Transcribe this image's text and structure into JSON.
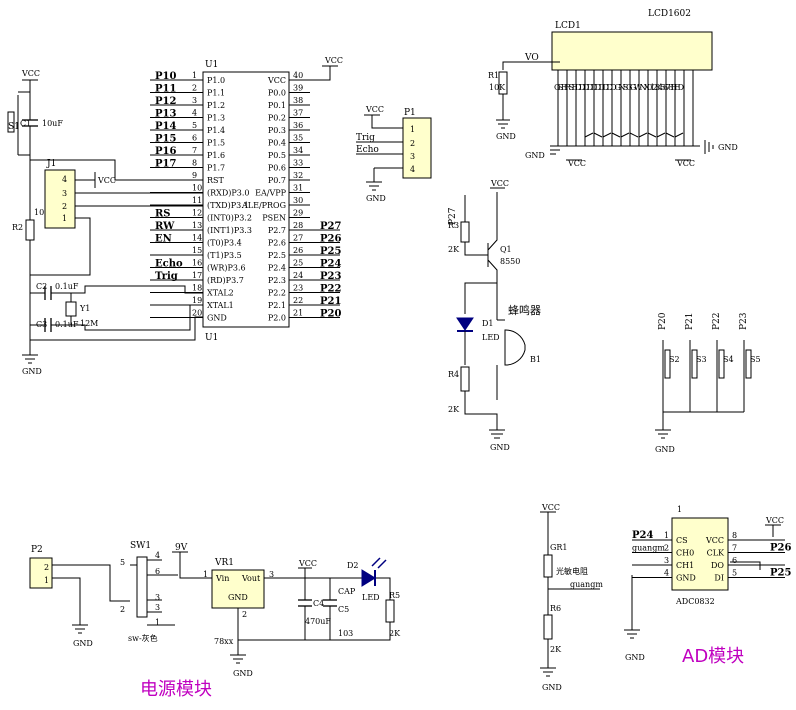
{
  "titles": {
    "power_module": "电源模块",
    "ad_module": "AD模块"
  },
  "mcu": {
    "ref": "U1",
    "ref_bottom": "U1",
    "pins_left": [
      {
        "num": "1",
        "name": "P1.0",
        "net": "P10"
      },
      {
        "num": "2",
        "name": "P1.1",
        "net": "P11"
      },
      {
        "num": "3",
        "name": "P1.2",
        "net": "P12"
      },
      {
        "num": "4",
        "name": "P1.3",
        "net": "P13"
      },
      {
        "num": "5",
        "name": "P1.4",
        "net": "P14"
      },
      {
        "num": "6",
        "name": "P1.5",
        "net": "P15"
      },
      {
        "num": "7",
        "name": "P1.6",
        "net": "P16"
      },
      {
        "num": "8",
        "name": "P1.7",
        "net": "P17"
      },
      {
        "num": "9",
        "name": "RST",
        "net": ""
      },
      {
        "num": "10",
        "name": "(RXD)P3.0",
        "net": ""
      },
      {
        "num": "11",
        "name": "(TXD)P3.1",
        "net": ""
      },
      {
        "num": "12",
        "name": "(INT0)P3.2",
        "net": "RS"
      },
      {
        "num": "13",
        "name": "(INT1)P3.3",
        "net": "RW"
      },
      {
        "num": "14",
        "name": "(T0)P3.4",
        "net": "EN"
      },
      {
        "num": "15",
        "name": "(T1)P3.5",
        "net": ""
      },
      {
        "num": "16",
        "name": "(WR)P3.6",
        "net": "Echo"
      },
      {
        "num": "17",
        "name": "(RD)P3.7",
        "net": "Trig"
      },
      {
        "num": "18",
        "name": "XTAL2",
        "net": ""
      },
      {
        "num": "19",
        "name": "XTAL1",
        "net": ""
      },
      {
        "num": "20",
        "name": "GND",
        "net": ""
      }
    ],
    "pins_right": [
      {
        "num": "40",
        "name": "VCC",
        "net": ""
      },
      {
        "num": "39",
        "name": "P0.0",
        "net": ""
      },
      {
        "num": "38",
        "name": "P0.1",
        "net": ""
      },
      {
        "num": "37",
        "name": "P0.2",
        "net": ""
      },
      {
        "num": "36",
        "name": "P0.3",
        "net": ""
      },
      {
        "num": "35",
        "name": "P0.4",
        "net": ""
      },
      {
        "num": "34",
        "name": "P0.5",
        "net": ""
      },
      {
        "num": "33",
        "name": "P0.6",
        "net": ""
      },
      {
        "num": "32",
        "name": "P0.7",
        "net": ""
      },
      {
        "num": "31",
        "name": "EA/VPP",
        "net": ""
      },
      {
        "num": "30",
        "name": "ALE/PROG",
        "net": ""
      },
      {
        "num": "29",
        "name": "PSEN",
        "net": ""
      },
      {
        "num": "28",
        "name": "P2.7",
        "net": "P27"
      },
      {
        "num": "27",
        "name": "P2.6",
        "net": "P26"
      },
      {
        "num": "26",
        "name": "P2.5",
        "net": "P25"
      },
      {
        "num": "25",
        "name": "P2.4",
        "net": "P24"
      },
      {
        "num": "24",
        "name": "P2.3",
        "net": "P23"
      },
      {
        "num": "23",
        "name": "P2.2",
        "net": "P22"
      },
      {
        "num": "22",
        "name": "P2.1",
        "net": "P21"
      },
      {
        "num": "21",
        "name": "P2.0",
        "net": "P20"
      }
    ]
  },
  "reset": {
    "sw": "S1",
    "cap": "C1",
    "cap_val": "10uF",
    "res": "R2",
    "res_val": "10K",
    "vcc": "VCC"
  },
  "j1": {
    "ref": "J1",
    "pins": [
      "4",
      "3",
      "2",
      "1"
    ],
    "vcc": "VCC"
  },
  "crystal": {
    "c2": "C2",
    "c2_val": "0.1uF",
    "c3": "C3",
    "c3_val": "0.1uF",
    "y": "Y1",
    "y_val": "12M",
    "gnd": "GND"
  },
  "mcu_vcc": "VCC",
  "lcd": {
    "ref": "LCD1",
    "part": "LCD1602",
    "r": "R1",
    "r_val": "10K",
    "vo": "VO",
    "pins": "GSEIRS EDDDDDDDDDD GNS GGWNX012345678 EED",
    "gnd": "GND",
    "vcc": "VCC"
  },
  "p1": {
    "ref": "P1",
    "vcc": "VCC",
    "trig": "Trig",
    "echo": "Echo",
    "gnd": "GND",
    "pins": [
      "1",
      "2",
      "3",
      "4"
    ]
  },
  "buzzer": {
    "net": "P27",
    "r3": "R3",
    "r3_val": "2K",
    "q": "Q1",
    "q_val": "8550",
    "vcc": "VCC",
    "d": "D1",
    "d_val": "LED",
    "label": "蜂鸣器",
    "b": "B1",
    "r4": "R4",
    "r4_val": "2K",
    "gnd": "GND"
  },
  "keys": {
    "nets": [
      "P20",
      "P21",
      "P22",
      "P23"
    ],
    "switches": [
      "S2",
      "S3",
      "S4",
      "S5"
    ],
    "gnd": "GND"
  },
  "power": {
    "p2": "P2",
    "p2_pins": [
      "2",
      "1"
    ],
    "sw": "SW1",
    "sw_pins": [
      "5",
      "4",
      "6",
      "3",
      "2",
      "3",
      "1"
    ],
    "sw_part": "sw-灰色",
    "v9": "9V",
    "vr": "VR1",
    "vr_in": "Vin",
    "vr_out": "Vout",
    "vr_gnd": "GND",
    "vr_pins": [
      "1",
      "2",
      "3"
    ],
    "vr_part": "78xx",
    "vcc": "VCC",
    "c4": "C4",
    "c4_val": "470uF",
    "c5": "C5",
    "c5_val": "CAP",
    "c5_code": "103",
    "d2": "D2",
    "d2_val": "LED",
    "r5": "R5",
    "r5_val": "2K",
    "gnd1": "GND",
    "gnd2": "GND"
  },
  "ldr": {
    "vcc": "VCC",
    "ref": "GR1",
    "name": "光敏电阻",
    "net": "guangm",
    "r6": "R6",
    "r6_val": "2K",
    "gnd": "GND"
  },
  "adc": {
    "ref": "1",
    "part": "ADC0832",
    "vcc": "VCC",
    "left": [
      {
        "net": "P24",
        "name": "CS",
        "num": "1"
      },
      {
        "net": "guangm",
        "name": "CH0",
        "num": "2"
      },
      {
        "net": "",
        "name": "CH1",
        "num": "3"
      },
      {
        "net": "",
        "name": "GND",
        "num": "4"
      }
    ],
    "right": [
      {
        "net": "",
        "name": "VCC",
        "num": "8"
      },
      {
        "net": "P26",
        "name": "CLK",
        "num": "7"
      },
      {
        "net": "",
        "name": "DO",
        "num": "6"
      },
      {
        "net": "P25",
        "name": "DI",
        "num": "5"
      }
    ],
    "gnd": "GND"
  }
}
